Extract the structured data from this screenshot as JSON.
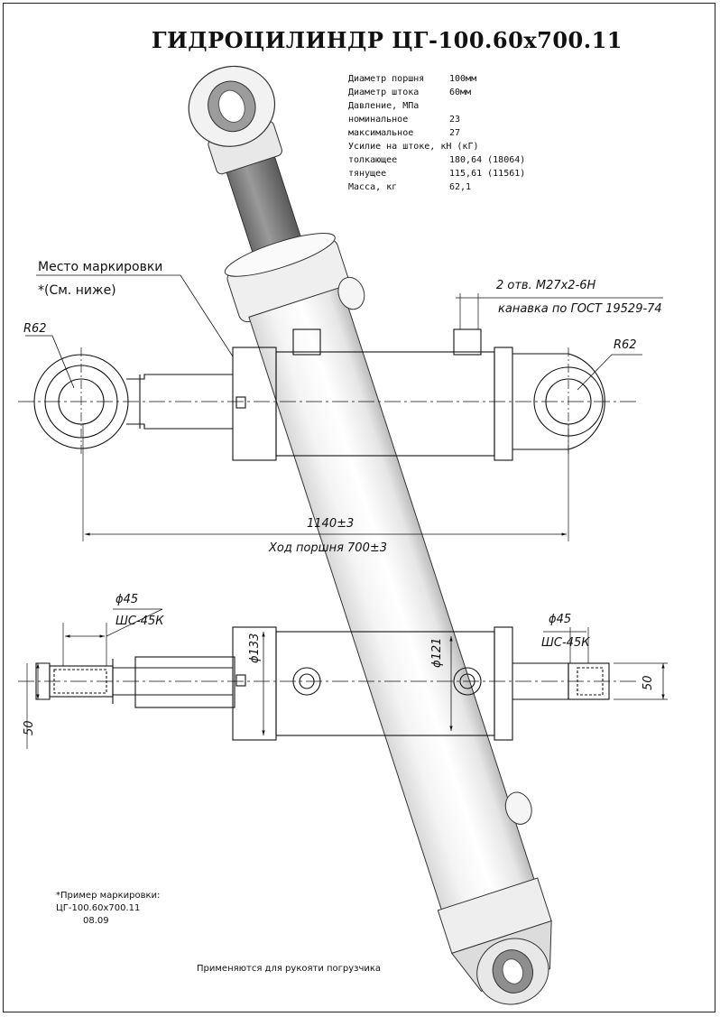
{
  "title": "ГИДРОЦИЛИНДР ЦГ-100.60х700.11",
  "specs": [
    {
      "label": "Диаметр поршня",
      "value": "100мм"
    },
    {
      "label": "Диаметр штока",
      "value": "60мм"
    },
    {
      "label": "Давление, МПа",
      "value": ""
    },
    {
      "label": "номинальное",
      "value": "23"
    },
    {
      "label": "максимальное",
      "value": "27"
    },
    {
      "label": "Усилие на штоке, кН (кГ)",
      "value": ""
    },
    {
      "label": "толкающее",
      "value": "180,64 (18064)"
    },
    {
      "label": "тянущее",
      "value": "115,61 (11561)"
    },
    {
      "label": "Масса, кг",
      "value": "62,1"
    }
  ],
  "callouts": {
    "marking_place": "Место маркировки",
    "see_below": "*(См. ниже)",
    "holes": "2 отв. М27х2-6Н",
    "groove": "канавка по ГОСТ 19529-74",
    "radius_left": "R62",
    "radius_right": "R62",
    "length": "1140±3",
    "stroke": "Ход поршня 700±3",
    "dia45_left": "ϕ45",
    "bearing_left": "ШС-45К",
    "dia45_right": "ϕ45",
    "bearing_right": "ШС-45К",
    "dia133": "ϕ133",
    "dia121": "ϕ121",
    "width50_left": "50",
    "width50_right": "50"
  },
  "marking_example": {
    "heading": "*Пример маркировки:",
    "line1": "ЦГ-100.60х700.11",
    "line2": "08.09"
  },
  "footer": "Применяются для рукояти погрузчика"
}
